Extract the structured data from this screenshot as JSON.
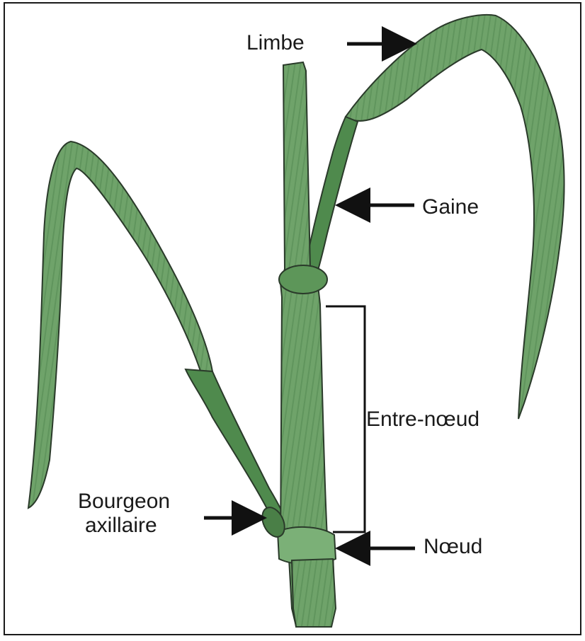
{
  "colors": {
    "leaf_fill": "#6fa36a",
    "leaf_dark": "#2f5e32",
    "leaf_light": "#9cc79a",
    "outline": "#2a3a2a",
    "frame": "#1a1a1a",
    "arrow": "#111111"
  },
  "labels": {
    "limbe": "Limbe",
    "gaine": "Gaine",
    "entre_noeud": "Entre-nœud",
    "bourgeon_line1": "Bourgeon",
    "bourgeon_line2": "axillaire",
    "noeud": "Nœud"
  }
}
